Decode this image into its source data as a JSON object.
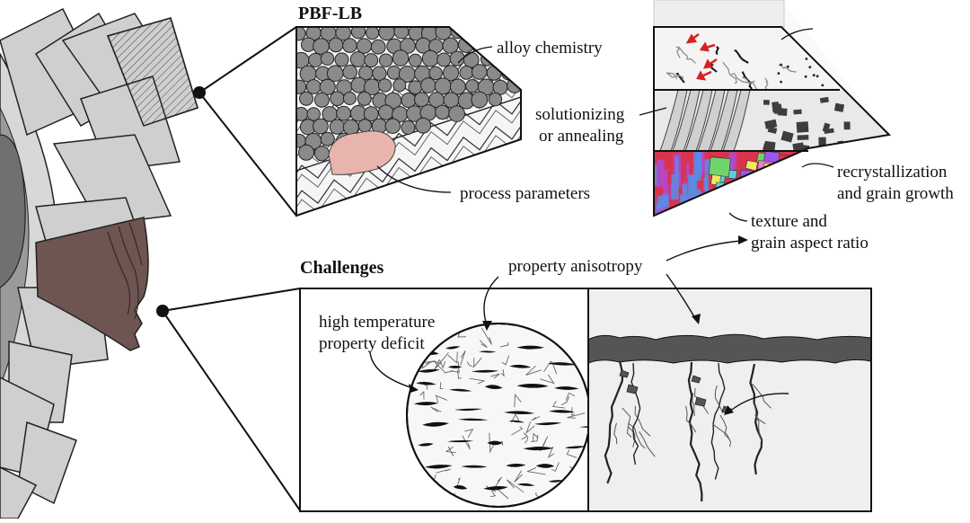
{
  "headings": {
    "pbf": "PBF-LB",
    "challenges": "Challenges"
  },
  "labels": {
    "alloy": "alloy chemistry",
    "process": "process parameters",
    "solution_line1": "solutionizing",
    "solution_line2": "or annealing",
    "recryst_line1": "recrystallization",
    "recryst_line2": "and grain growth",
    "texture_line1": "texture and",
    "texture_line2": "grain aspect ratio",
    "anisotropy": "property anisotropy",
    "hightemp_line1": "high temperature",
    "hightemp_line2": "property deficit"
  },
  "colors": {
    "powder": "#8a8a8a",
    "meltpool": "#e8b4ae",
    "blade": "#cfcfcf",
    "damaged_blade": "#6e5551",
    "oxide": "#555555",
    "ebsd_red": "#d9344d",
    "ebsd_purple": "#b14ad2",
    "ebsd_blue": "#5a8de8",
    "ebsd_yellow": "#f3e85c",
    "ebsd_green": "#70d46a"
  }
}
